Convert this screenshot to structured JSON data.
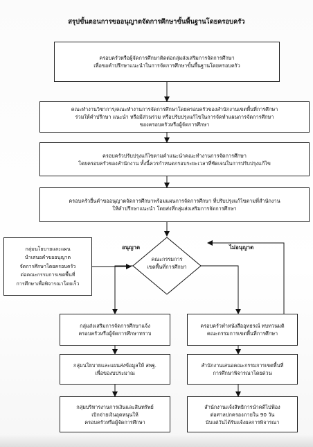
{
  "title": "สรุปขั้นตอนการขออนุญาตจัดการศึกษาขั้นพื้นฐานโดยครอบครัว",
  "steps": {
    "s1": [
      "ครอบครัวหรือผู้จัดการศึกษาติดต่อกลุ่มส่งเสริมการจัดการศึกษา",
      "เพื่อขอคำปรึกษาแนะนำในการจัดการศึกษาขั้นพื้นฐานโดยครอบครัว"
    ],
    "s2": [
      "คณะทำงานวิชาการ/คณะทำงานการจัดการศึกษาโดยครอบครัวของสำนักงานเขตพื้นที่การศึกษา",
      "ร่วมให้คำปรึกษา แนะนำ หรือมีส่วนร่วม หรือปรับปรุงแก้ไขในการจัดทำแผนการจัดการศึกษา",
      "ของครอบครัวหรือผู้จัดการศึกษา"
    ],
    "s3": [
      "ครอบครัวปรับปรุงแก้ไขตามคำแนะนำคณะทำงานการจัดการศึกษา",
      "โดยครอบครัวของสำนักงาน ทั้งนี้ควรกำหนดกรอบระยะเวลาที่ชัดเจนในการปรับปรุงแก้ไข"
    ],
    "s4": [
      "ครอบครัวยื่นคำขออนุญาตจัดการศึกษาพร้อมแผนการจัดการศึกษา ที่ปรับปรุงแก้ไขตามที่สำนักงาน",
      "ให้คำปรึกษาแนะนำ โดยส่งที่กลุ่มส่งเสริมการจัดการศึกษา"
    ],
    "policy": [
      "กลุ่มนโยบายและแผน",
      "นำเสนอคำขออนุญาต",
      "จัดการศึกษาโดยครอบครัว",
      "ต่อคณะกรรมการเขตพื้นที่",
      "การศึกษาเพื่อพิจารณาโดยเร็ว"
    ],
    "decision": [
      "คณะกรรมการ",
      "เขตพื้นที่การศึกษา"
    ],
    "approve_label": "อนุญาต",
    "deny_label": "ไม่อนุญาต",
    "a1": [
      "กลุ่มส่งเสริมการจัดการศึกษาแจ้ง",
      "ครอบครัวหรือผู้จัดการศึกษาทราบ"
    ],
    "a2": [
      "กลุ่มนโยบายและแผนส่งข้อมูลให้ สพฐ.",
      "เพื่อของบประมาณ"
    ],
    "a3": [
      "กลุ่มบริหารงานการเงินและสินทรัพย์",
      "เบิกจ่ายเงินอุดหนุนให้",
      "ครอบครัวหรือผู้จัดการศึกษา"
    ],
    "d1": [
      "ครอบครัวทำหนังสืออุทธรณ์ ทบทวนมติ",
      "คณะกรรมการเขตพื้นที่การศึกษา"
    ],
    "d2": [
      "สำนักงานเสนอคณะกรรมการเขตพื้นที่",
      "การศึกษาพิจารณาโดยด่วน"
    ],
    "d3": [
      "สำนักงานแจ้งสิทธิการนำคดีไปฟ้อง",
      "ต่อศาลปกครองภายใน 90 วัน",
      "นับแต่วันได้รับแจ้งผลการพิจารณา"
    ]
  }
}
